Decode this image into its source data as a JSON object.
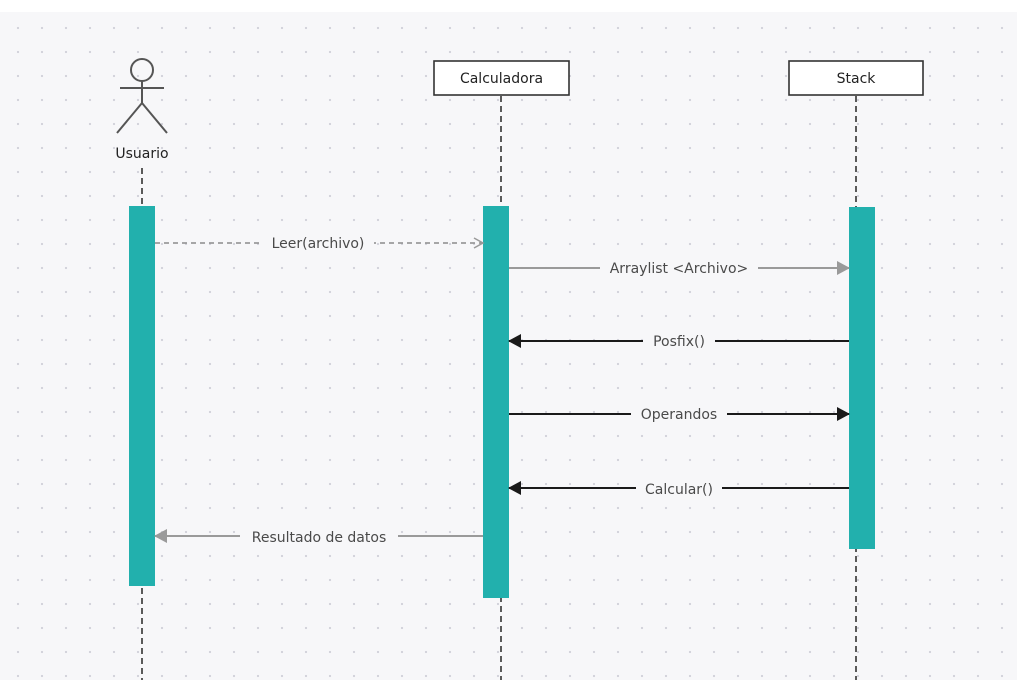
{
  "diagram": {
    "actor": {
      "label": "Usuario"
    },
    "participants": [
      {
        "label": "Calculadora"
      },
      {
        "label": "Stack"
      }
    ],
    "messages": [
      {
        "label": "Leer(archivo)",
        "style": "dashed",
        "color": "#8c8c8c"
      },
      {
        "label": "Arraylist <Archivo>",
        "style": "solid",
        "color": "#9a9a9a"
      },
      {
        "label": "Posfix()",
        "style": "solid",
        "color": "#1a1a1a"
      },
      {
        "label": "Operandos",
        "style": "solid",
        "color": "#1a1a1a"
      },
      {
        "label": "Calcular()",
        "style": "solid",
        "color": "#1a1a1a"
      },
      {
        "label": "Resultado de datos",
        "style": "solid",
        "color": "#9a9a9a"
      }
    ],
    "colors": {
      "activation": "#22b0ad",
      "lifeline": "#333333",
      "header_border": "#333333"
    }
  }
}
